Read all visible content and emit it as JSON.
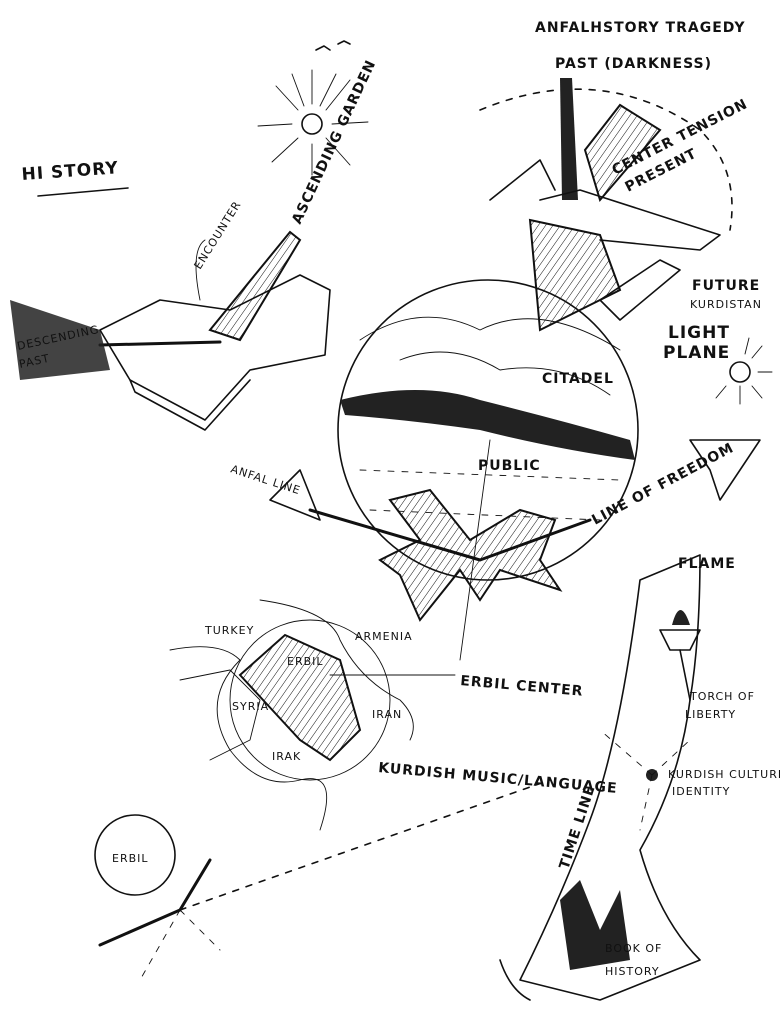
{
  "title": "HI STORY",
  "labels": {
    "encounter": "ENCOUNTER",
    "ascending_garden": "ASCENDING GARDEN",
    "descending_past_1": "DESCENDING",
    "descending_past_2": "PAST",
    "anfal_tragedy": "ANFALHSTORY TRAGEDY",
    "past_darkness": "PAST (DARKNESS)",
    "center_tension": "CENTER TENSION",
    "present": "PRESENT",
    "future": "FUTURE",
    "kurdistan": "KURDISTAN",
    "light": "LIGHT",
    "plane": "PLANE",
    "citadel": "CITADEL",
    "public": "PUBLIC",
    "anfal_line": "ANFAL LINE",
    "line_of_freedom": "LINE OF FREEDOM",
    "flame": "FLAME",
    "torch_of_1": "TORCH OF",
    "liberty": "LIBERTY",
    "kurdish_culture": "KURDISH CULTURE",
    "identity": "IDENTITY",
    "time_line": "TIME LINE",
    "book_of": "BOOK OF",
    "history": "HISTORY",
    "turkey": "TURKEY",
    "armenia": "ARMENIA",
    "erbil_map": "ERBIL",
    "syria": "SYRIA",
    "iran": "IRAN",
    "irak": "IRAK",
    "erbil_center": "ERBIL CENTER",
    "kurdish_music": "KURDISH MUSIC/LANGUAGE",
    "erbil_circle": "ERBIL"
  }
}
